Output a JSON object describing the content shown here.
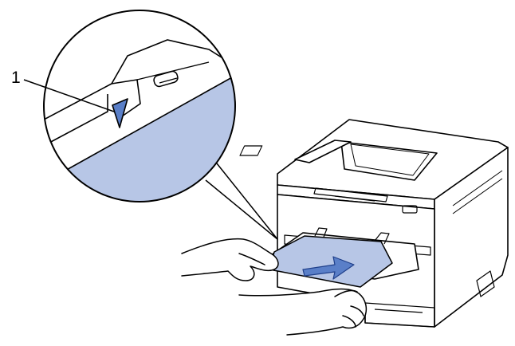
{
  "callouts": [
    {
      "label": "1"
    }
  ],
  "colors": {
    "line": "#000000",
    "printer_fill": "#ffffff",
    "highlight_fill": "#b7c6e6",
    "arrow_fill": "#5a7fc8",
    "arrow_outline": "#1f3f8a",
    "indicator_fill": "#5a7fc8"
  },
  "icons": {
    "arrow": "feed-direction-arrow",
    "indicator": "triangle-mark"
  }
}
